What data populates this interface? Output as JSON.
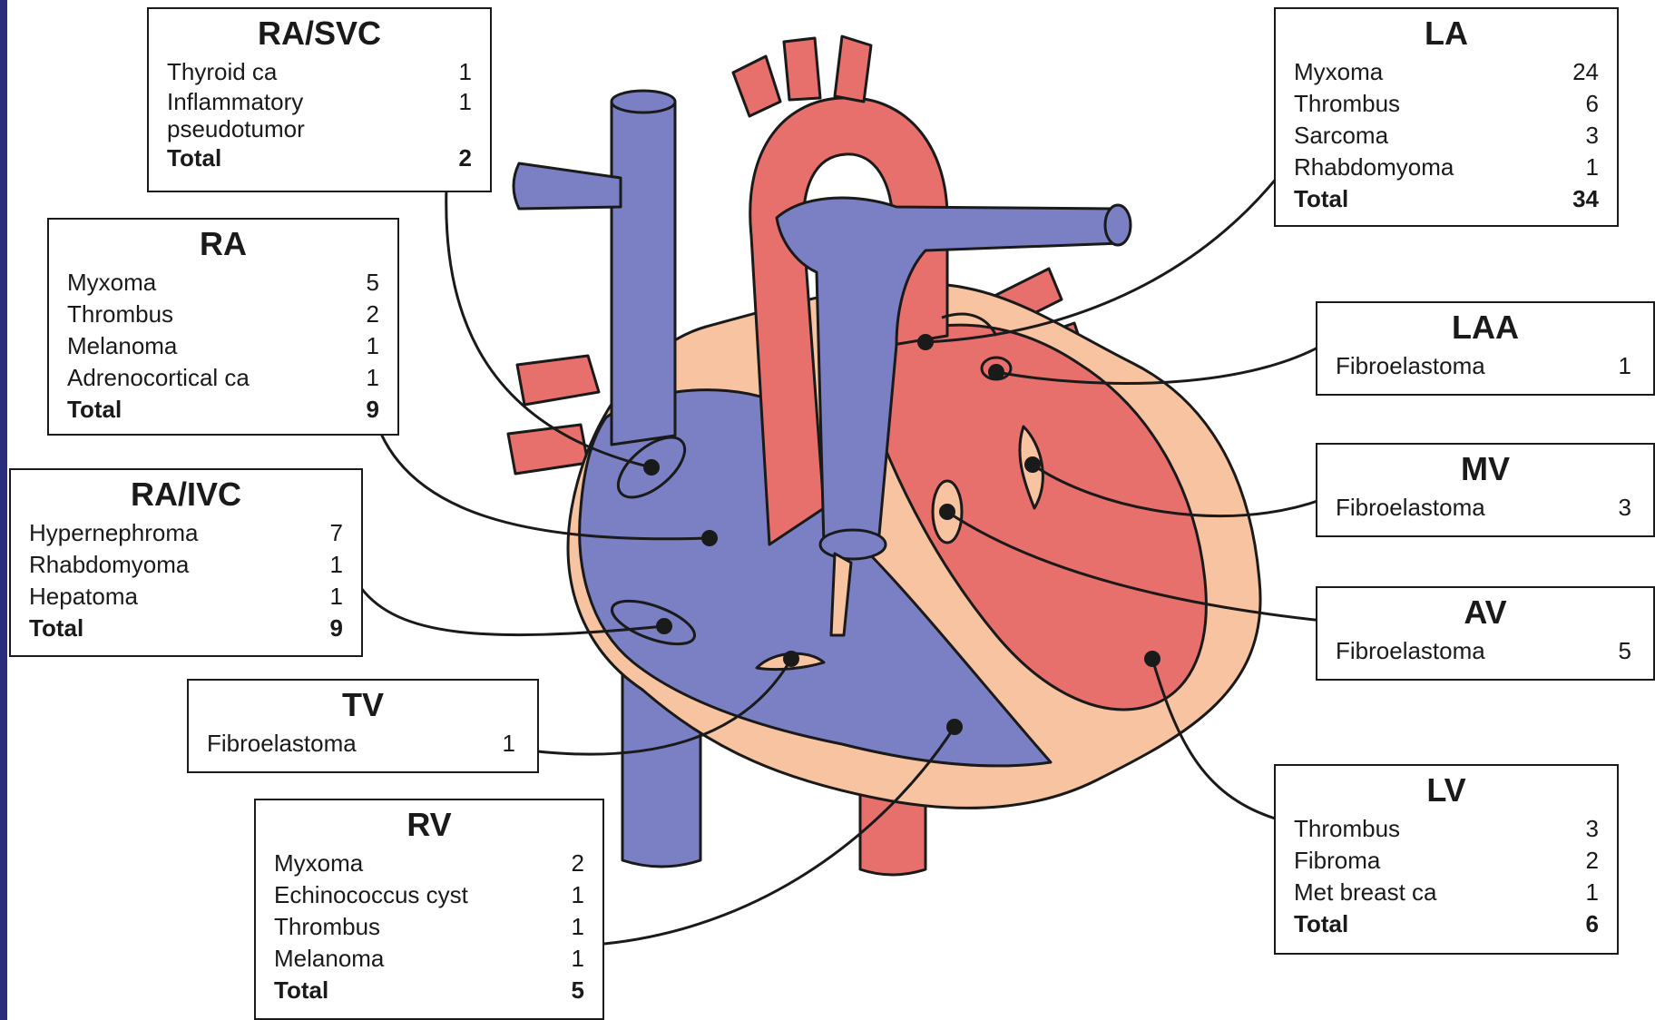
{
  "colors": {
    "frame": "#2a2e7a",
    "vein_blue": "#7b7fc4",
    "artery_red": "#e8706c",
    "myocardium": "#f8c3a0",
    "outline": "#1a1a1a",
    "box_bg": "#ffffff"
  },
  "labels": {
    "ra_svc": {
      "title": "RA/SVC",
      "rows": [
        {
          "name": "Thyroid ca",
          "count": "1"
        },
        {
          "name": "Inflammatory pseudotumor",
          "count": "1"
        }
      ],
      "total": {
        "name": "Total",
        "count": "2"
      }
    },
    "ra": {
      "title": "RA",
      "rows": [
        {
          "name": "Myxoma",
          "count": "5"
        },
        {
          "name": "Thrombus",
          "count": "2"
        },
        {
          "name": "Melanoma",
          "count": "1"
        },
        {
          "name": "Adrenocortical ca",
          "count": "1"
        }
      ],
      "total": {
        "name": "Total",
        "count": "9"
      }
    },
    "ra_ivc": {
      "title": "RA/IVC",
      "rows": [
        {
          "name": "Hypernephroma",
          "count": "7"
        },
        {
          "name": "Rhabdomyoma",
          "count": "1"
        },
        {
          "name": "Hepatoma",
          "count": "1"
        }
      ],
      "total": {
        "name": "Total",
        "count": "9"
      }
    },
    "tv": {
      "title": "TV",
      "rows": [
        {
          "name": "Fibroelastoma",
          "count": "1"
        }
      ]
    },
    "rv": {
      "title": "RV",
      "rows": [
        {
          "name": "Myxoma",
          "count": "2"
        },
        {
          "name": "Echinococcus cyst",
          "count": "1"
        },
        {
          "name": "Thrombus",
          "count": "1"
        },
        {
          "name": "Melanoma",
          "count": "1"
        }
      ],
      "total": {
        "name": "Total",
        "count": "5"
      }
    },
    "la": {
      "title": "LA",
      "rows": [
        {
          "name": "Myxoma",
          "count": "24"
        },
        {
          "name": "Thrombus",
          "count": "6"
        },
        {
          "name": "Sarcoma",
          "count": "3"
        },
        {
          "name": "Rhabdomyoma",
          "count": "1"
        }
      ],
      "total": {
        "name": "Total",
        "count": "34"
      }
    },
    "laa": {
      "title": "LAA",
      "rows": [
        {
          "name": "Fibroelastoma",
          "count": "1"
        }
      ]
    },
    "mv": {
      "title": "MV",
      "rows": [
        {
          "name": "Fibroelastoma",
          "count": "3"
        }
      ]
    },
    "av": {
      "title": "AV",
      "rows": [
        {
          "name": "Fibroelastoma",
          "count": "5"
        }
      ]
    },
    "lv": {
      "title": "LV",
      "rows": [
        {
          "name": "Thrombus",
          "count": "3"
        },
        {
          "name": "Fibroma",
          "count": "2"
        },
        {
          "name": "Met breast ca",
          "count": "1"
        }
      ],
      "total": {
        "name": "Total",
        "count": "6"
      }
    }
  }
}
